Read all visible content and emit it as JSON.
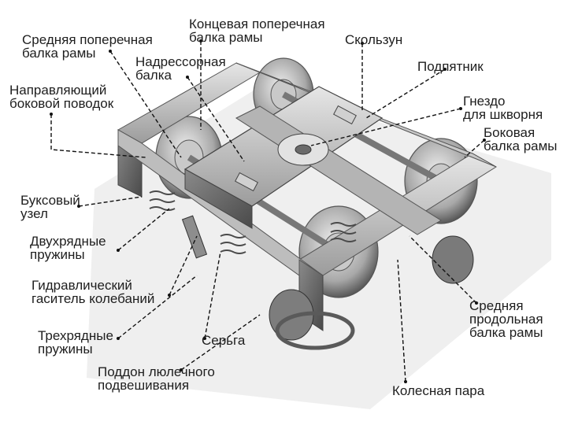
{
  "labels": {
    "crossbeam_middle": "Средняя поперечная\nбалка рамы",
    "crossbeam_end": "Концевая поперечная\nбалка рамы",
    "side_bearer": "Скользун",
    "bolster": "Надрессорная\nбалка",
    "center_plate": "Подпятник",
    "guide_link": "Направляющий\nбоковой поводок",
    "kingpin_socket": "Гнездо\nдля шкворня",
    "side_frame_beam": "Боковая\nбалка рамы",
    "axle_box": "Буксовый\nузел",
    "double_row_springs": "Двухрядные\nпружины",
    "hydraulic_damper": "Гидравлический\nгаситель колебаний",
    "center_longitudinal_beam": "Средняя\nпродольная\nбалка рамы",
    "triple_row_springs": "Трехрядные\nпружины",
    "swing_link": "Серьга",
    "cradle_pan": "Поддон люлечного\nподвешивания",
    "wheelset": "Колесная пара"
  },
  "colors": {
    "metal_light": "#d7d7d7",
    "metal_mid": "#a6a6a6",
    "metal_dark": "#5d5d5d",
    "leader": "#111111",
    "shadow": "#ececec"
  }
}
